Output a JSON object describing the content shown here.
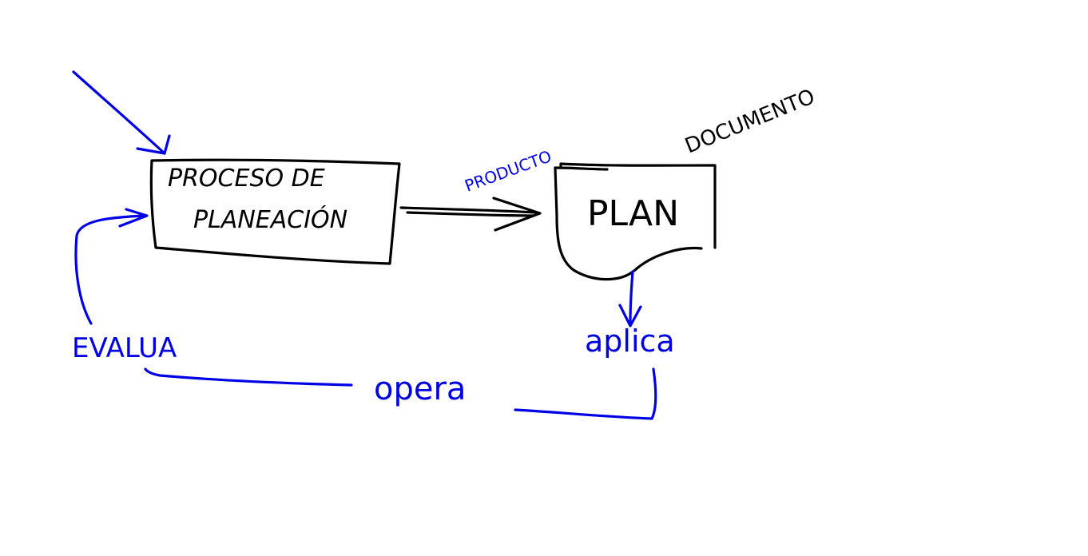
{
  "labels": {
    "process_line1": "PROCESO DE",
    "process_line2": "PLANEACIÓN",
    "plan": "PLAN",
    "documento": "DOCUMENTO",
    "producto": "PRODUCTO",
    "aplica": "aplica",
    "opera": "opera",
    "evalua": "EVALUA"
  },
  "colors": {
    "ink_black": "#000000",
    "ink_blue": "#0000e6",
    "background": "#ffffff"
  }
}
